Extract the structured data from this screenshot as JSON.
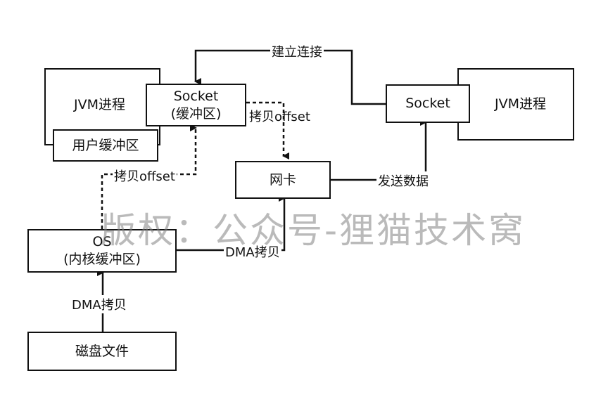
{
  "boxes": {
    "jvm_left": "JVM进程",
    "socket_left_line1": "Socket",
    "socket_left_line2": "(缓冲区)",
    "user_buffer": "用户缓冲区",
    "socket_right": "Socket",
    "jvm_right": "JVM进程",
    "nic": "网卡",
    "os_line1": "OS",
    "os_line2": "(内核缓冲区)",
    "disk_file": "磁盘文件"
  },
  "edges": {
    "establish_connection": "建立连接",
    "copy_offset_top": "拷贝offset",
    "copy_offset_left": "拷贝offset",
    "send_data": "发送数据",
    "dma_copy_right": "DMA拷贝",
    "dma_copy_bottom": "DMA拷贝"
  },
  "watermark": "版权：公众号-狸猫技术窝",
  "colors": {
    "stroke": "#111111",
    "watermark": "#8a8a8a"
  }
}
